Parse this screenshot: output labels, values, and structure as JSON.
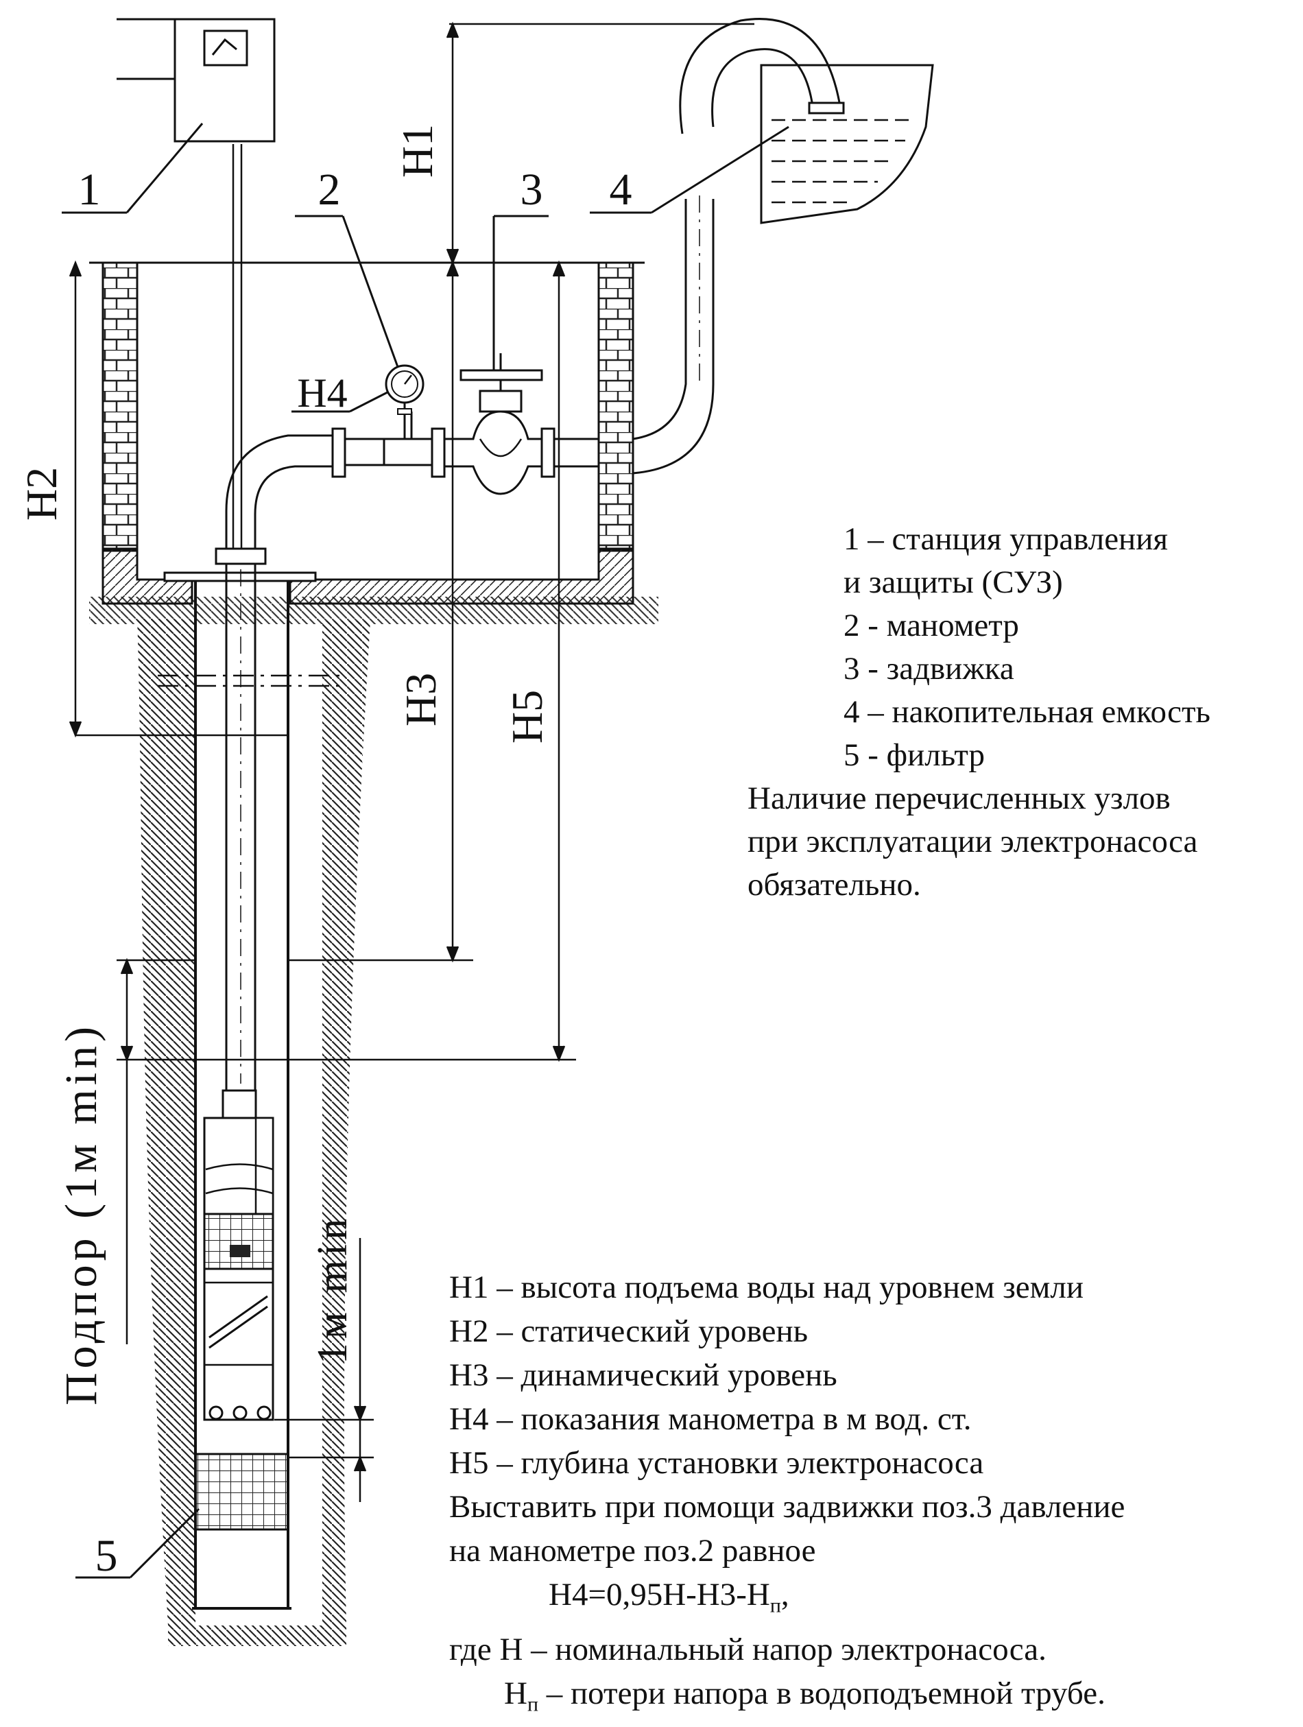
{
  "labels": {
    "p1": "1",
    "p2": "2",
    "p3": "3",
    "p4": "4",
    "p5": "5",
    "h1": "Н1",
    "h2": "Н2",
    "h3": "Н3",
    "h4": "Н4",
    "h5": "Н5",
    "podpor": "Подпор (1м min)",
    "one_m_min": "1м min"
  },
  "legend_components": [
    "1 – станция управления",
    "и защиты (СУЗ)",
    "2 - манометр",
    "3 - задвижка",
    "4 – накопительная емкость",
    "5 - фильтр",
    "Наличие перечисленных  узлов",
    "при эксплуатации электронасоса",
    "обязательно."
  ],
  "legend_levels": [
    "Н1 – высота подъема воды над уровнем земли",
    "Н2 – статический уровень",
    "Н3 – динамический уровень",
    "Н4 – показания манометра в м вод. ст.",
    "Н5 – глубина установки электронасоса",
    "Выставить при помощи задвижки поз.3 давление",
    "на манометре поз.2 равное"
  ],
  "formula": {
    "main": "Н4=0,95Н-Н3-Н",
    "main_sub": "п",
    "main_tail": ",",
    "where": "где Н – номинальный напор электронасоса.",
    "loss_head": "Н",
    "loss_sub": "п",
    "loss_tail": " – потери напора в водоподъемной трубе."
  }
}
